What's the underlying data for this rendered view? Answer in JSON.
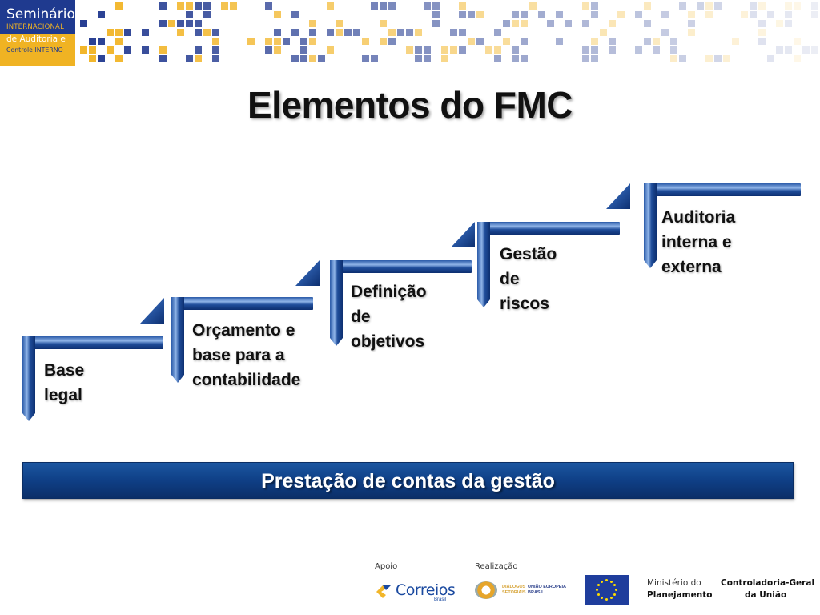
{
  "header": {
    "logo": {
      "line1": "Seminário",
      "line2": "INTERNACIONAL",
      "line3": "de Auditoria e",
      "line4": "Controle INTERNO"
    },
    "colors": {
      "blue": "#283f93",
      "gold": "#f2b62a"
    }
  },
  "slide": {
    "title": "Elementos do FMC",
    "steps": [
      {
        "label_lines": [
          "Base legal"
        ]
      },
      {
        "label_lines": [
          "Orçamento e",
          "base para a",
          "contabilidade"
        ]
      },
      {
        "label_lines": [
          "Definição de",
          "objetivos"
        ]
      },
      {
        "label_lines": [
          "Gestão de",
          "riscos"
        ]
      },
      {
        "label_lines": [
          "Auditoria",
          "interna e",
          "externa"
        ]
      }
    ],
    "foundation_bar": "Prestação de contas da gestão",
    "colors": {
      "step_blue": "#1f4d9a",
      "bar_blue": "#0f3f86"
    }
  },
  "footer": {
    "support_label": "Apoio",
    "realization_label": "Realização",
    "correios": {
      "name": "Correios",
      "sub": "Brasil"
    },
    "dialogos": {
      "line1": "DIÁLOGOS",
      "line2": "SETORIAIS",
      "line3": "UNIÃO EUROPEIA",
      "line4": "BRASIL"
    },
    "eu_flag": "eu-flag",
    "ministerio": {
      "line1": "Ministério do",
      "line2": "Planejamento"
    },
    "cgu": {
      "line1": "Controladoria-Geral",
      "line2": "da União"
    }
  }
}
